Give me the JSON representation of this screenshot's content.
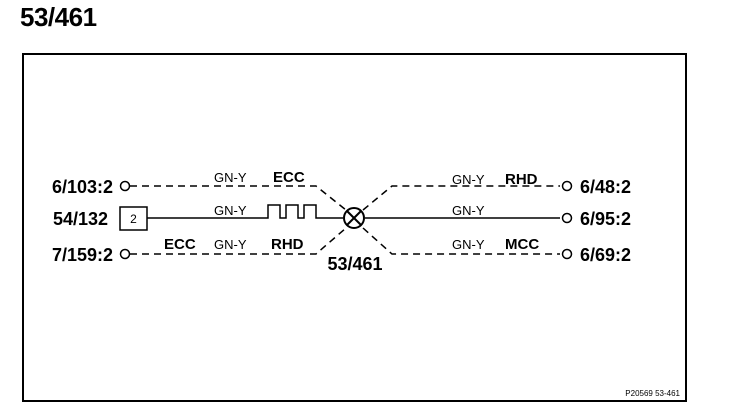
{
  "page_title": "53/461",
  "splice": {
    "label": "53/461"
  },
  "left_connections": [
    {
      "terminal": "6/103:2",
      "wire_color": "GN-Y",
      "codes": [
        "ECC"
      ],
      "style": "dashed"
    },
    {
      "terminal": "54/132",
      "box_label": "2",
      "wire_color": "GN-Y",
      "signal": "square-wave",
      "style": "solid"
    },
    {
      "terminal": "7/159:2",
      "wire_color": "GN-Y",
      "codes": [
        "ECC",
        "RHD"
      ],
      "style": "dashed"
    }
  ],
  "right_connections": [
    {
      "terminal": "6/48:2",
      "wire_color": "GN-Y",
      "codes": [
        "RHD"
      ],
      "style": "dashed"
    },
    {
      "terminal": "6/95:2",
      "wire_color": "GN-Y",
      "style": "solid"
    },
    {
      "terminal": "6/69:2",
      "wire_color": "GN-Y",
      "codes": [
        "MCC"
      ],
      "style": "dashed"
    }
  ],
  "reference": "P20569  53-461",
  "colors": {
    "line": "#000000",
    "background": "#ffffff"
  }
}
